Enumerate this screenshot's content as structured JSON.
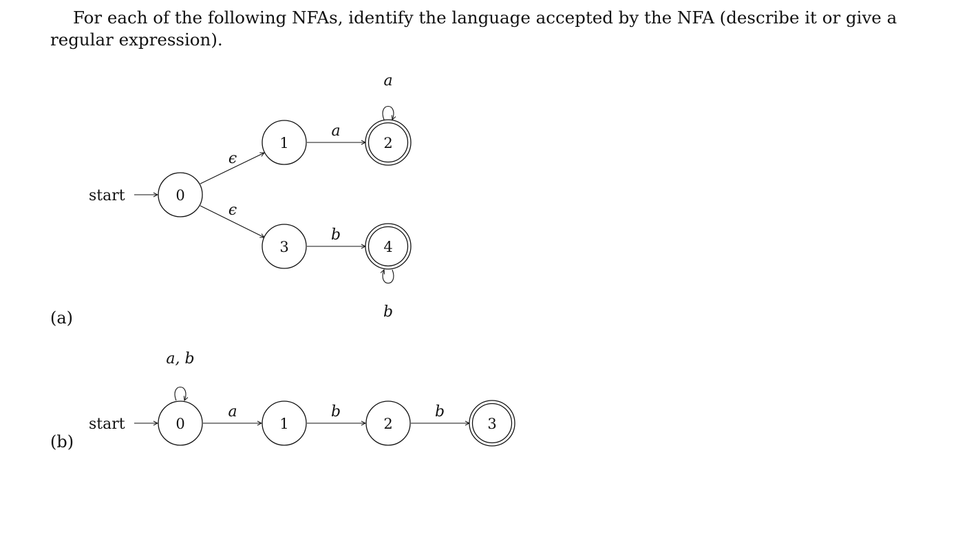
{
  "intro_text": "For each of the following NFAs, identify the language accepted by the NFA (describe it or give a regular expression).",
  "parts": [
    {
      "label": "(a)",
      "start_label": "start",
      "states": [
        {
          "id": "0",
          "accepting": false
        },
        {
          "id": "1",
          "accepting": false
        },
        {
          "id": "2",
          "accepting": true
        },
        {
          "id": "3",
          "accepting": false
        },
        {
          "id": "4",
          "accepting": true
        }
      ],
      "transitions": [
        {
          "from": "0",
          "to": "1",
          "label": "ϵ"
        },
        {
          "from": "0",
          "to": "3",
          "label": "ϵ"
        },
        {
          "from": "1",
          "to": "2",
          "label": "a"
        },
        {
          "from": "2",
          "to": "2",
          "label": "a"
        },
        {
          "from": "3",
          "to": "4",
          "label": "b"
        },
        {
          "from": "4",
          "to": "4",
          "label": "b"
        }
      ]
    },
    {
      "label": "(b)",
      "start_label": "start",
      "states": [
        {
          "id": "0",
          "accepting": false
        },
        {
          "id": "1",
          "accepting": false
        },
        {
          "id": "2",
          "accepting": false
        },
        {
          "id": "3",
          "accepting": true
        }
      ],
      "transitions": [
        {
          "from": "0",
          "to": "0",
          "label": "a, b"
        },
        {
          "from": "0",
          "to": "1",
          "label": "a"
        },
        {
          "from": "1",
          "to": "2",
          "label": "b"
        },
        {
          "from": "2",
          "to": "3",
          "label": "b"
        }
      ]
    }
  ]
}
